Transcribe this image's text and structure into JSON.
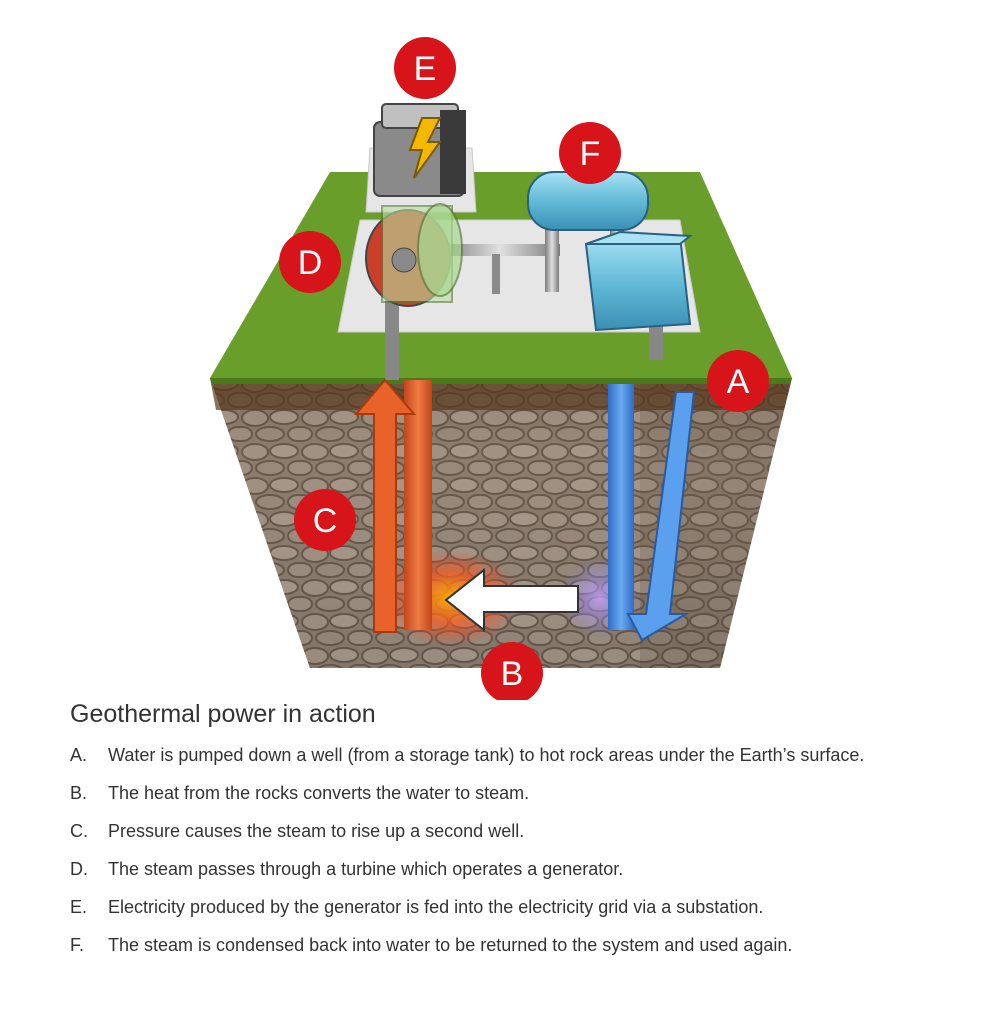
{
  "diagram": {
    "badges": {
      "a": "A",
      "b": "B",
      "c": "C",
      "d": "D",
      "e": "E",
      "f": "F"
    },
    "badge_color": "#d7141a",
    "colors": {
      "grass": "#6a9e2a",
      "soil": "#7a5a3c",
      "rock": "#9a8e80",
      "hot_pipe": "#e8622a",
      "cold_pipe": "#4a8fe0",
      "tank": "#6cc0de"
    },
    "icons": [
      "lightning-icon"
    ]
  },
  "caption": {
    "title": "Geothermal power in action",
    "items": [
      {
        "key": "A.",
        "text": "Water is pumped down a well (from a storage tank) to hot rock areas under the Earth’s surface."
      },
      {
        "key": "B.",
        "text": "The heat from the rocks converts the water to steam."
      },
      {
        "key": "C.",
        "text": "Pressure causes the steam to rise up a second well."
      },
      {
        "key": "D.",
        "text": "The steam passes through a turbine which operates a generator."
      },
      {
        "key": "E.",
        "text": "Electricity produced by the generator is fed into the electricity grid via a substation."
      },
      {
        "key": "F.",
        "text": "The steam is condensed back into water to be returned to the system and used again."
      }
    ]
  }
}
